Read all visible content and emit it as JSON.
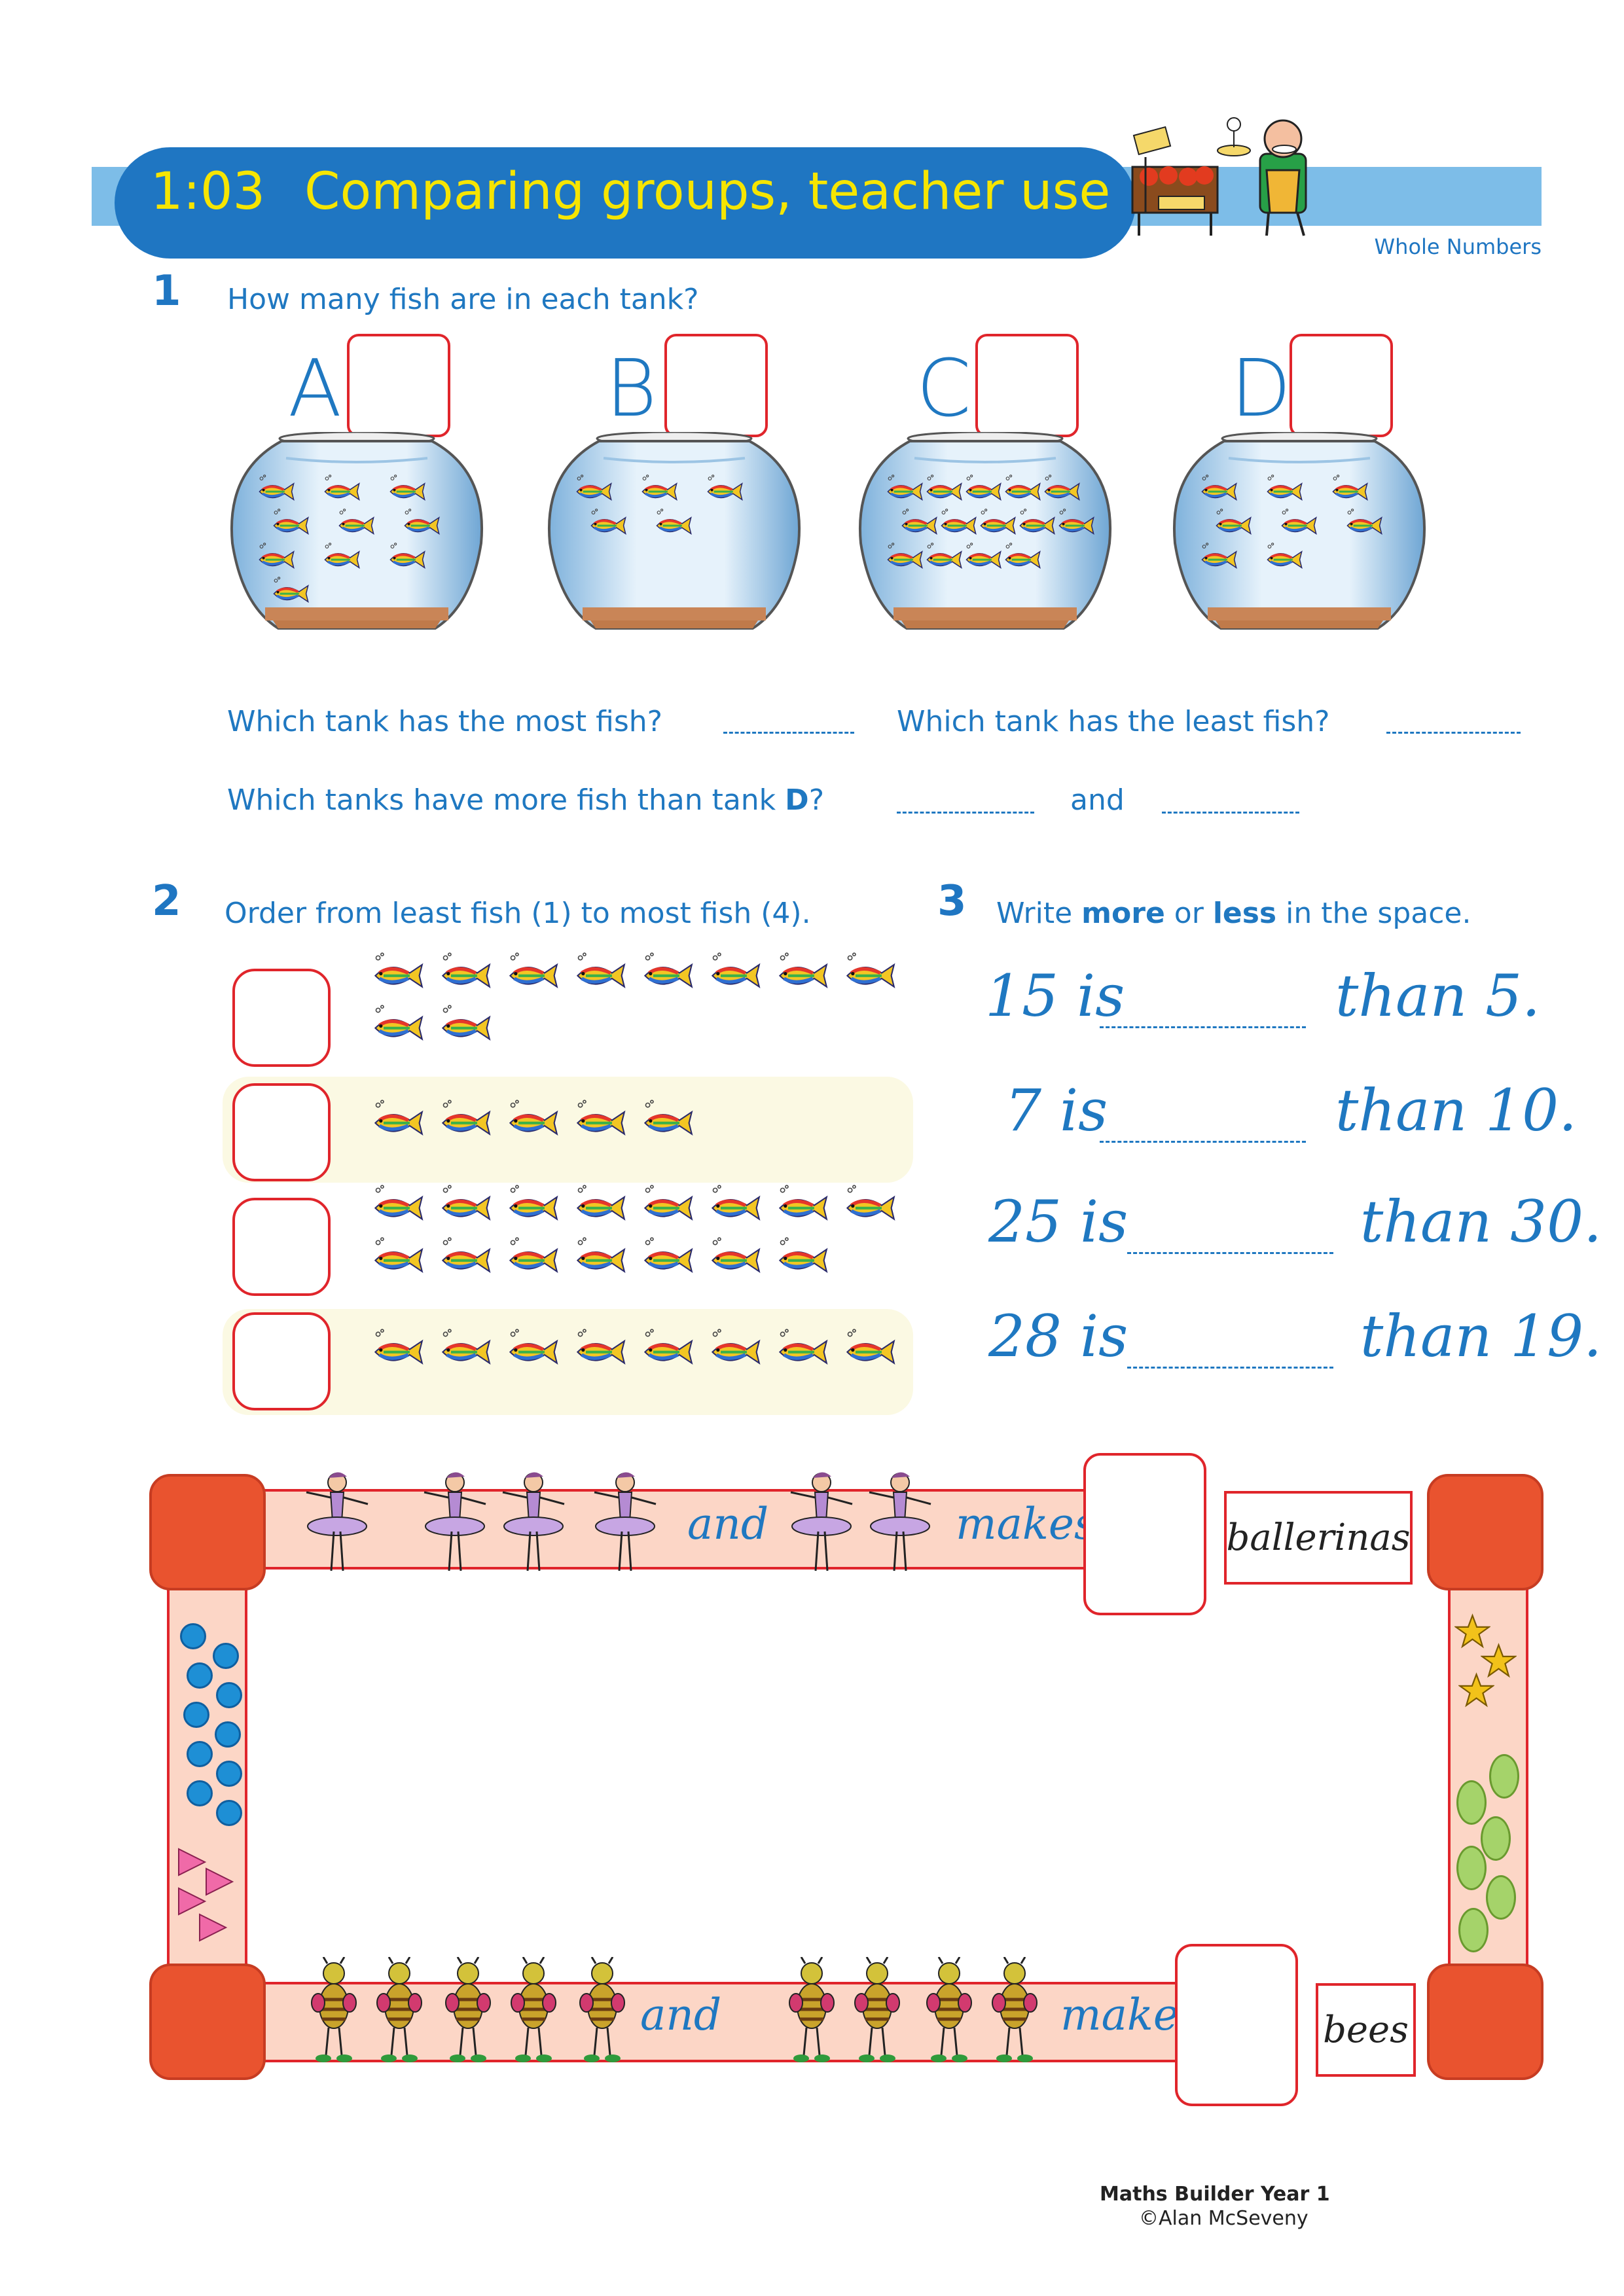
{
  "header": {
    "number": "1:03",
    "title": "Comparing groups, teacher use",
    "strand": "Whole Numbers"
  },
  "q1": {
    "number": "1",
    "prompt": "How many fish are in each tank?",
    "tanks": [
      "A",
      "B",
      "C",
      "D"
    ],
    "most_q": "Which tank has the most fish?",
    "least_q": "Which tank has the least fish?",
    "more_than_q_pre": "Which tanks have more fish than tank",
    "more_than_q_letter": "D",
    "more_than_q_post": "?",
    "and": "and"
  },
  "q2": {
    "number": "2",
    "prompt": "Order from least fish (1) to most fish (4).",
    "rows": [
      10,
      5,
      15,
      8
    ]
  },
  "q3": {
    "number": "3",
    "prompt_pre": "Write",
    "prompt_more": "more",
    "prompt_or": "or",
    "prompt_less": "less",
    "prompt_post": "in the space.",
    "lines": [
      {
        "left": "15 is",
        "right": "than 5."
      },
      {
        "left": "7 is",
        "right": "than 10."
      },
      {
        "left": "25 is",
        "right": "than 30."
      },
      {
        "left": "28 is",
        "right": "than 19."
      }
    ]
  },
  "frame": {
    "top_and": "and",
    "top_makes": "makes",
    "top_label": "ballerinas",
    "bottom_and": "and",
    "bottom_makes": "makes",
    "bottom_label": "bees",
    "colors": {
      "track": "#fcd6c6",
      "corner": "#e9532f",
      "border": "#e0252b"
    }
  },
  "footer": {
    "book": "Maths Builder Year 1",
    "copyright": "©Alan McSeveny"
  }
}
